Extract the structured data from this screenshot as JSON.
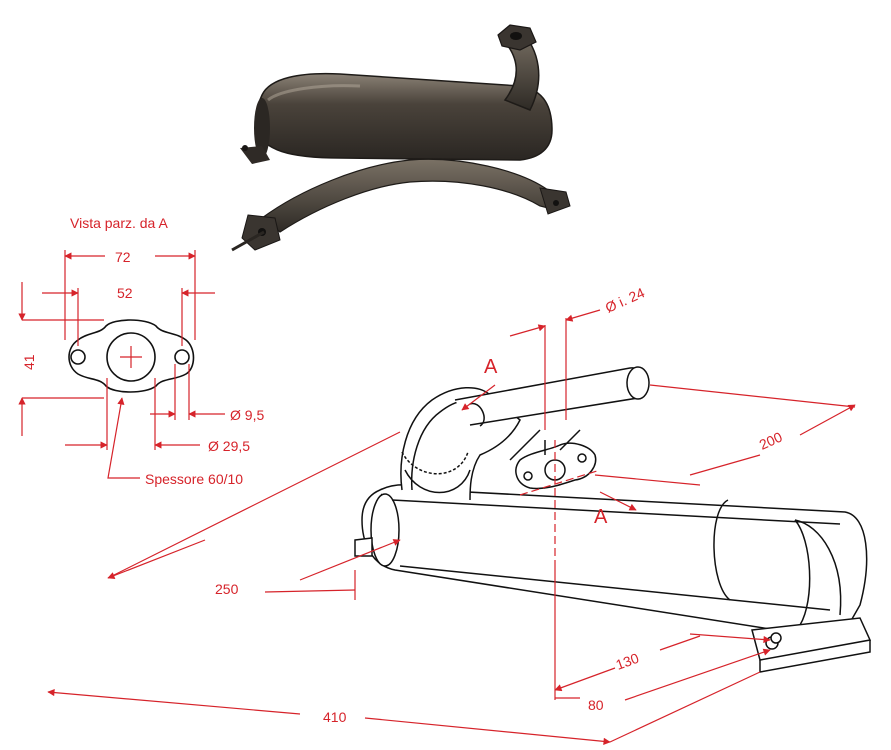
{
  "colors": {
    "dimension_red": "#d6232a",
    "outline_black": "#111111",
    "photo_dark": "#3a3530",
    "photo_mid": "#6b6358",
    "photo_light": "#a39a8c"
  },
  "partial_view": {
    "title": "Vista parz. da A",
    "dim_outer_width": "72",
    "dim_hole_spacing": "52",
    "dim_height": "41",
    "dim_hole_dia": "Ø 9,5",
    "dim_bore_dia": "Ø 29,5",
    "thickness_note": "Spessore 60/10"
  },
  "main_view": {
    "section_label_top": "A",
    "section_label_right": "A",
    "dim_inner_dia": "Ø i. 24",
    "dim_200": "200",
    "dim_250": "250",
    "dim_130": "130",
    "dim_80": "80",
    "dim_410": "410"
  },
  "photo": {
    "icon": "exhaust-muffler-photo"
  }
}
